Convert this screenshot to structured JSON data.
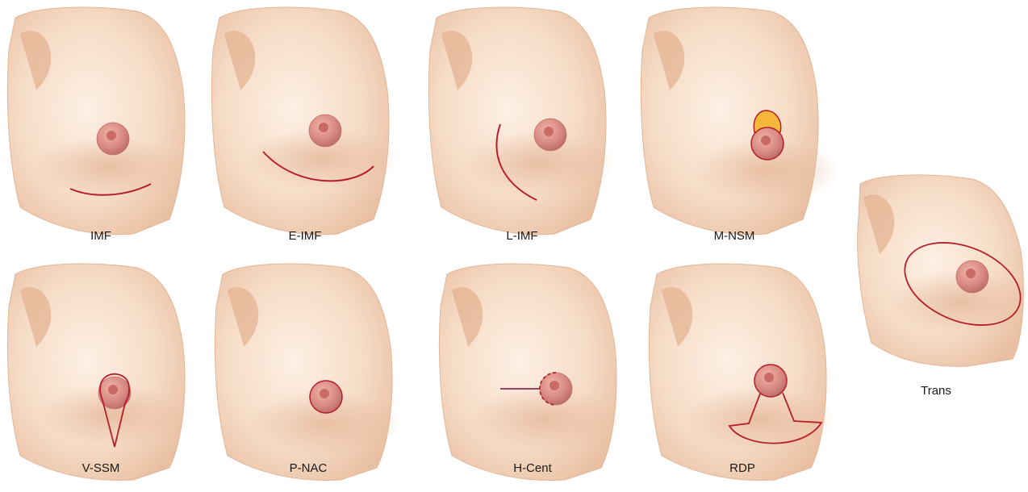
{
  "colors": {
    "skin_light": "#fbe7d6",
    "skin_mid": "#f2cfb4",
    "skin_shadow": "#e6b79a",
    "skin_edge": "#d9a585",
    "areola": "#d98a82",
    "nipple": "#c96b64",
    "incision": "#b51f2a",
    "excised_region": "#f5b83a"
  },
  "panels": [
    {
      "key": "imf",
      "label": "IMF",
      "icon": "breast-diagram-imf-incision"
    },
    {
      "key": "e-imf",
      "label": "E-IMF",
      "icon": "breast-diagram-extended-imf-incision"
    },
    {
      "key": "l-imf",
      "label": "L-IMF",
      "icon": "breast-diagram-lateral-imf-incision"
    },
    {
      "key": "m-nsm",
      "label": "M-NSM",
      "icon": "breast-diagram-m-nsm-incision"
    },
    {
      "key": "trans",
      "label": "Trans",
      "icon": "breast-diagram-transverse-elliptical-incision"
    },
    {
      "key": "v-ssm",
      "label": "V-SSM",
      "icon": "breast-diagram-v-ssm-incision"
    },
    {
      "key": "p-nac",
      "label": "P-NAC",
      "icon": "breast-diagram-periareolar-incision"
    },
    {
      "key": "h-cent",
      "label": "H-Cent",
      "icon": "breast-diagram-h-cent-incision"
    },
    {
      "key": "rdp",
      "label": "RDP",
      "icon": "breast-diagram-rdp-incision"
    }
  ]
}
